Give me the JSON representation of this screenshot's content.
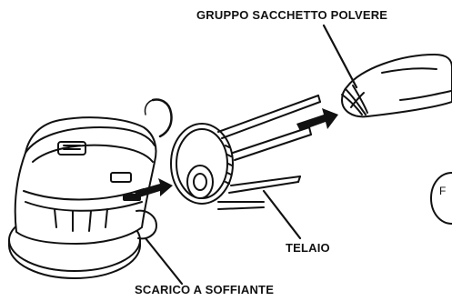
{
  "labels": {
    "dust_bag": "GRUPPO SACCHETTO POLVERE",
    "frame": "TELAIO",
    "blower": "SCARICO A SOFFIANTE",
    "partial_glyph": "F"
  },
  "colors": {
    "ink": "#111111",
    "background": "#ffffff"
  }
}
